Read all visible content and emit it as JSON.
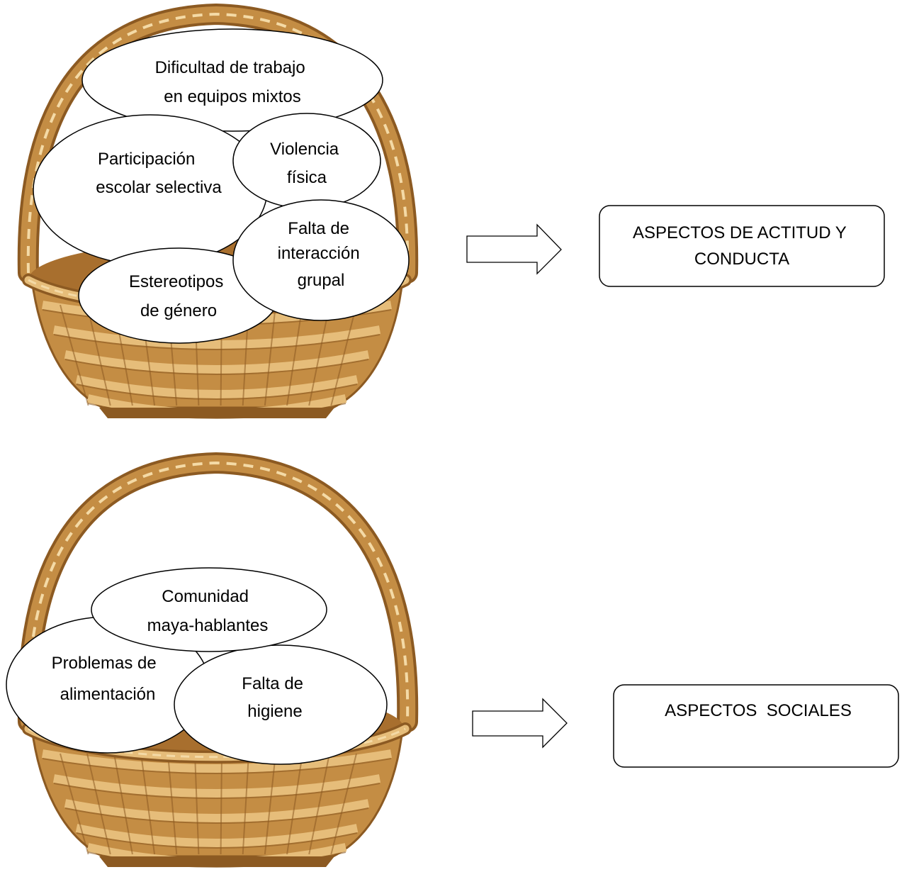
{
  "colors": {
    "basket_dark": "#8c5a22",
    "basket_mid": "#c48d44",
    "basket_light": "#e6bd7a",
    "basket_highlight": "#f4daa6",
    "basket_inner": "#a86f2e",
    "outline": "#000000",
    "fill": "#ffffff"
  },
  "groups": [
    {
      "basket_icon": "wicker-basket-icon",
      "bubbles": [
        {
          "lines": [
            "Dificultad de trabajo",
            "en equipos mixtos"
          ]
        },
        {
          "lines": [
            "Participación",
            "escolar selectiva"
          ]
        },
        {
          "lines": [
            "Violencia",
            "física"
          ]
        },
        {
          "lines": [
            "Estereotipos",
            "de género"
          ]
        },
        {
          "lines": [
            "Falta de",
            "interacción",
            "grupal"
          ]
        }
      ],
      "arrow_icon": "right-arrow-icon",
      "category": {
        "lines": [
          "ASPECTOS DE ACTITUD Y",
          "CONDUCTA"
        ]
      }
    },
    {
      "basket_icon": "wicker-basket-icon",
      "bubbles": [
        {
          "lines": [
            "Comunidad",
            "maya-hablantes"
          ]
        },
        {
          "lines": [
            "Falta de",
            "higiene"
          ]
        },
        {
          "lines": [
            "Problemas de",
            "alimentación"
          ]
        }
      ],
      "arrow_icon": "right-arrow-icon",
      "category": {
        "lines": [
          "ASPECTOS  SOCIALES"
        ]
      }
    }
  ]
}
